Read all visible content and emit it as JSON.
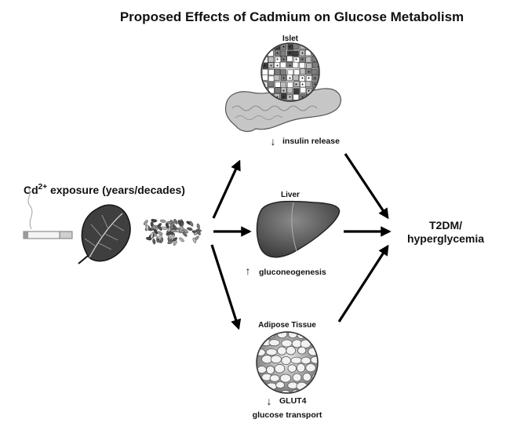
{
  "title": "Proposed Effects of Cadmium on Glucose Metabolism",
  "exposure": {
    "prefix": "Cd",
    "superscript": "2+",
    "suffix": " exposure (years/decades)"
  },
  "islet": {
    "label": "Islet",
    "effect_direction": "↓",
    "effect": "insulin release"
  },
  "liver": {
    "label": "Liver",
    "effect_direction": "↑",
    "effect": "gluconeogenesis"
  },
  "adipose": {
    "label": "Adipose Tissue",
    "effect_direction": "↓",
    "effect_line1": "GLUT4",
    "effect_line2": "glucose transport"
  },
  "outcome": {
    "line1": "T2DM/",
    "line2": "hyperglycemia"
  },
  "colors": {
    "ink": "#111111",
    "organ_dark": "#5a5a5a",
    "organ_light": "#c9c9c9",
    "background": "#ffffff"
  }
}
